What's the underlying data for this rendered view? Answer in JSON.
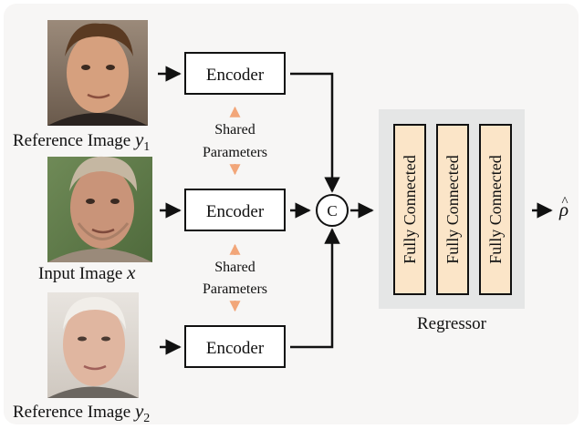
{
  "inputs": [
    {
      "label": "Reference Image ",
      "var": "y",
      "sub": "1",
      "photo": "young-man-portrait"
    },
    {
      "label": "Input Image ",
      "var": "x",
      "sub": "",
      "photo": "man-portrait"
    },
    {
      "label": "Reference Image ",
      "var": "y",
      "sub": "2",
      "photo": "elderly-man-portrait"
    }
  ],
  "encoder_label": "Encoder",
  "shared_params": {
    "line1": "Shared",
    "line2": "Parameters"
  },
  "concat_symbol": "C",
  "regressor": {
    "label": "Regressor",
    "layer_label": "Fully Connected",
    "layers": 3
  },
  "output": {
    "symbol": "ρ",
    "hat": "^"
  },
  "colors": {
    "panel_bg": "#f7f6f5",
    "regressor_bg": "#e5e6e6",
    "fc_fill": "#fbe5c8",
    "shared_arrow": "#f2a679",
    "stroke": "#111111"
  }
}
